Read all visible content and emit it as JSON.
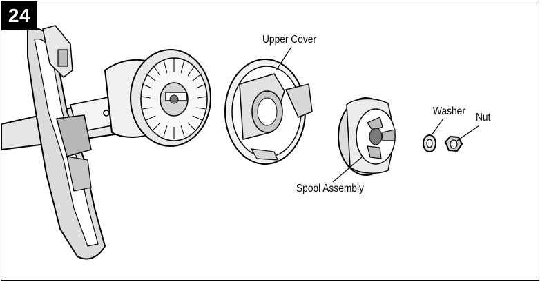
{
  "figure": {
    "step_number": "24",
    "labels": {
      "upper_cover": "Upper Cover",
      "spool_assembly": "Spool Assembly",
      "washer": "Washer",
      "nut": "Nut"
    },
    "colors": {
      "line": "#000000",
      "fill_light": "#d8d8d8",
      "fill_mid": "#a8a8a8",
      "fill_dark": "#4a4a4a",
      "background": "#ffffff"
    }
  }
}
